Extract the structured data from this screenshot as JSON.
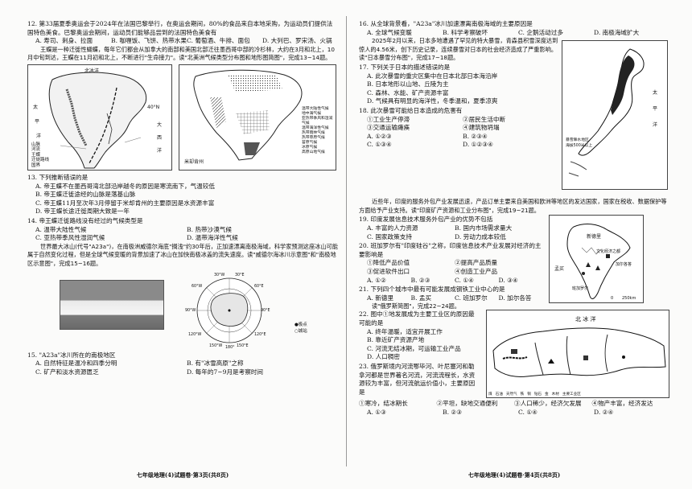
{
  "left": {
    "q12": {
      "stem": "12. 第33届夏季奥运会于2024年在法国巴黎举行，在奥运会期间，80%的食品来自本地采购，为运动员们提供法国特色美食。巴黎奥运会期间，运动员们能够品尝到的法国特色美食有",
      "options": [
        "A. 寿司、刺身、拉面",
        "B. 咖喱饭、飞饼、热带水果",
        "C. 葡萄酒、牛排、面包",
        "D. 大列巴、罗宋汤、火锅"
      ]
    },
    "mat13": "王蝶是一种迁徙性蝴蝶，每年它们都会从加拿大的南部和美国北部迁往墨西哥中部的冷杉林，大约在3月和北上，10月中旬到达，王蝶在11月初和北上，不断进行\"生命接力\"。读\"北美洲气候类型分布图和地形图简图\"，完成13~14题。",
    "map1": {
      "labels": [
        "北冰洋",
        "太",
        "平",
        "洋",
        "大",
        "西",
        "洋",
        "40°N"
      ],
      "legend": [
        "山脉",
        "河流",
        "王蝶",
        "迁徙路线",
        "国界"
      ]
    },
    "map2": {
      "label": "米却肯州",
      "legend": [
        "温带大陆性气候",
        "地中海气候",
        "亚热带季风和湿润气候",
        "温带海洋性气候",
        "热带雨林气候",
        "热带草原气候",
        "苔原气候",
        "冰原气候",
        "高原山地气候"
      ]
    },
    "q13": {
      "stem": "13. 下列推断错误的是",
      "options": [
        "A. 帝王蝶不在墨西哥湾北部沿岸越冬的原因是寒流南下，气温较低",
        "B. 帝王蝶迁徙途经的山脉是落基山脉",
        "C. 帝王蝶11月至次年3月停留于米却肯州的主要原因是水资源丰富",
        "D. 帝王蝶长途迁徙周期大致是一年"
      ]
    },
    "q14": {
      "stem": "14. 帝王蝶迁徙路线没有经过的气候类型是",
      "options": [
        "A. 温带大陆性气候",
        "B. 热带沙漠气候",
        "C. 亚热带季风性湿润气候",
        "D. 温带海洋性气候"
      ]
    },
    "mat15": "世界最大冰山(代号\"A23a\")，在南极洲威德尔海底\"搁浅\"约30年后，正加速漂离南极海域，科学家预测这座冰山可能属于自然变化过程，但是全球气候变暖的背景加速了冰山在加快南极冰盖的流失速度。读\"威德尔海冰川示意图\"和\"南极地区示意图\"，完成15~16题。",
    "polar": {
      "labels": [
        "30°W",
        "30°E",
        "60°W",
        "60°E",
        "90°W",
        "90°E",
        "120°W",
        "120°E",
        "150°W",
        "150°E",
        "180°",
        "●极点",
        "○城站"
      ]
    },
    "q15": {
      "stem": "15. \"A23a\"冰川所在的南极地区",
      "options": [
        "A. 自然特征是温冷和四季分明",
        "B. 有\"冰雪高原\"之称",
        "C. 矿产和淡水资源匮乏",
        "D. 每年的7~9月是考察时间"
      ]
    },
    "footer": "七年级地理(4)试题卷·第3页(共8页)"
  },
  "right": {
    "q16": {
      "stem": "16. 从全球背景看，\"A23a\"冰川加速漂离南极海域的主要原因是",
      "options": [
        "A. 全球气候变暖",
        "B. 科学考察破坏",
        "C. 企鹅活动过多",
        "D. 南极海域扩大"
      ]
    },
    "mat17": "2025年2月以来，日本多地遭遇了罕见的特大暴雪，青森县积雪深度达到惊人的4.56米，创下历史记录，连续暴雪对日本的社会经济造成了严重影响。读\"日本暴雪分布图\"，完成17~18题。",
    "japan": {
      "labels": [
        "太",
        "平",
        "洋",
        "暴雪降水地区",
        "海拔500米以上"
      ]
    },
    "q17": {
      "stem": "17. 下列关于日本的描述错误的是",
      "options": [
        "A. 此次暴雪的重灾区集中在日本北部日本海沿岸",
        "B. 日本地形以山地、丘陵为主",
        "C. 森林、水能、矿产资源丰富",
        "D. 气候具有明显的海洋性，冬季温和，夏季凉爽"
      ]
    },
    "q18": {
      "stem": "18. 此次暴雪可能给日本造成的危害有",
      "items": [
        "①工业生产停滞",
        "②居民生活中断",
        "③交通运输瘫痪",
        "④建筑物坍塌"
      ],
      "options": [
        "A. ①②③",
        "B. ②③④",
        "C. ①③④",
        "D. ①②③④"
      ]
    },
    "mat19": "近些年，印度的服务外包产业发展迅速，产品订单主要来自美国和欧洲等地区的发达国家，国家在税收、数据保护等方面给予产业支持。读\"印度矿产资源和工业分布图\"，完成19~21题。",
    "india": {
      "labels": [
        "新德里",
        "孟买",
        "文化经济之都",
        "班加罗尔",
        "加尔各答",
        "0",
        "250km"
      ]
    },
    "q19": {
      "stem": "19. 印度发展信息技术服务外包产业的优势不包括",
      "options": [
        "A. 丰富的人力资源",
        "B. 国内市场需求量大",
        "C. 国家政策支持",
        "D. 劳动力成本较低"
      ]
    },
    "q20": {
      "stem": "20. 班加罗尔有\"印度硅谷\"之称，印度信息技术产业发展对经济的主要影响是",
      "items": [
        "①降低产品价值",
        "②提高产品质量",
        "③促进软件出口",
        "④创造工业产品"
      ],
      "options": [
        "A. ①②",
        "B. ②③",
        "C. ①④",
        "D. ③④"
      ]
    },
    "q21": {
      "stem": "21. 下列四个城市中最有可能发展成钢铁工业中心的是",
      "options": [
        "A. 新德里",
        "B. 孟买",
        "C. 班加罗尔",
        "D. 加尔各答"
      ]
    },
    "mat22": "读\"俄罗斯简图\"，完成22~24题。",
    "russia": {
      "labels": [
        "北 冰 洋"
      ],
      "legend": [
        "煤",
        "石油",
        "天然气",
        "铁",
        "铜",
        "钻石",
        "金",
        "木材",
        "主要工业区"
      ]
    },
    "q22": {
      "stem": "22. 图中①地发展成为主要工业区的原因最可能的是",
      "options": [
        "A. 终年温暖，适宜开展工作",
        "B. 靠近矿产资源产地",
        "C. 河流无结冰期，可运输工业产品",
        "D. 人口稠密"
      ]
    },
    "q23": {
      "stem": "23. 俄罗斯境内河流鄂毕河、叶尼塞河和勒拿河都是世界著名河流，河流流程长，水资源较为丰富，但河流航运价值小，主要原因是",
      "items": [
        "①寒冷，结冰期长",
        "②平坦，缺地交通便利",
        "③人口稀少，经济欠发展",
        "④物产丰富，经济发达"
      ],
      "options": [
        "A. ①③",
        "B. ②③",
        "C. ①④",
        "D. ②④"
      ]
    },
    "footer": "七年级地理(4)试题卷·第4页(共8页)"
  }
}
